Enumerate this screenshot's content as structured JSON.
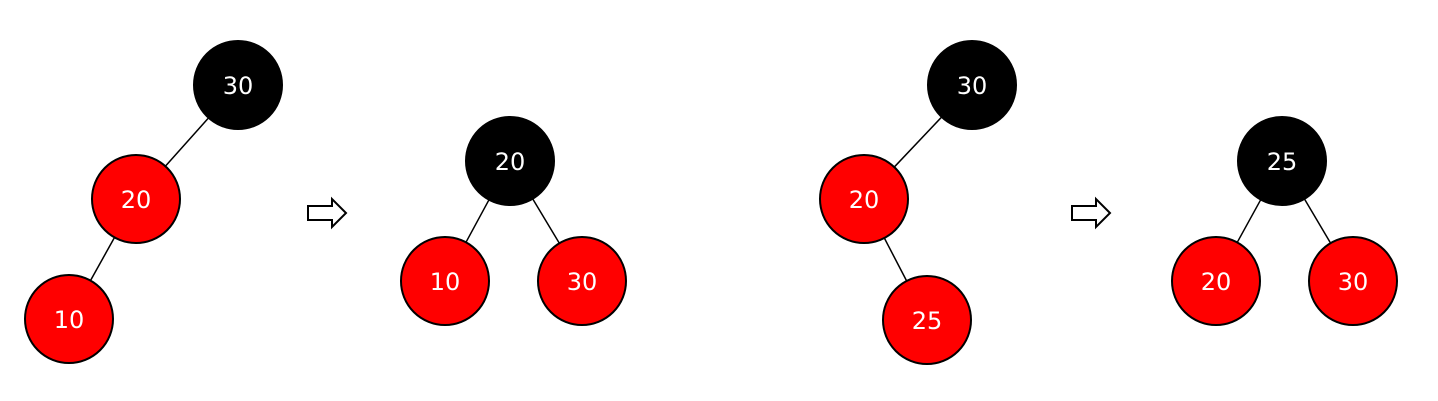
{
  "colors": {
    "red": "#ff0000",
    "black": "#000000",
    "label": "#ffffff"
  },
  "panels": [
    {
      "name": "tree-left-left",
      "nodes": [
        {
          "id": "a30",
          "label": "30",
          "color": "black"
        },
        {
          "id": "a20",
          "label": "20",
          "color": "red"
        },
        {
          "id": "a10",
          "label": "10",
          "color": "red"
        }
      ],
      "edges": [
        [
          "a30",
          "a20"
        ],
        [
          "a20",
          "a10"
        ]
      ]
    },
    {
      "name": "tree-left-left-rotated",
      "nodes": [
        {
          "id": "b20",
          "label": "20",
          "color": "black"
        },
        {
          "id": "b10",
          "label": "10",
          "color": "red"
        },
        {
          "id": "b30",
          "label": "30",
          "color": "red"
        }
      ],
      "edges": [
        [
          "b20",
          "b10"
        ],
        [
          "b20",
          "b30"
        ]
      ]
    },
    {
      "name": "tree-left-right",
      "nodes": [
        {
          "id": "c30",
          "label": "30",
          "color": "black"
        },
        {
          "id": "c20",
          "label": "20",
          "color": "red"
        },
        {
          "id": "c25",
          "label": "25",
          "color": "red"
        }
      ],
      "edges": [
        [
          "c30",
          "c20"
        ],
        [
          "c20",
          "c25"
        ]
      ]
    },
    {
      "name": "tree-left-right-rotated",
      "nodes": [
        {
          "id": "d25",
          "label": "25",
          "color": "black"
        },
        {
          "id": "d20",
          "label": "20",
          "color": "red"
        },
        {
          "id": "d30",
          "label": "30",
          "color": "red"
        }
      ],
      "edges": [
        [
          "d25",
          "d20"
        ],
        [
          "d25",
          "d30"
        ]
      ]
    }
  ],
  "arrows": [
    {
      "icon": "arrow-right-icon"
    },
    {
      "icon": "arrow-right-icon"
    }
  ]
}
